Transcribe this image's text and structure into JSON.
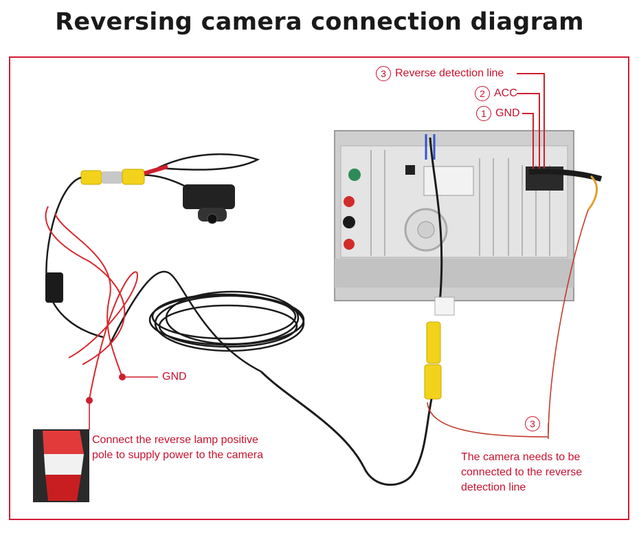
{
  "title": "Reversing camera connection diagram",
  "wires": [
    {
      "number": "3",
      "label": "Reverse detection line"
    },
    {
      "number": "2",
      "label": "ACC"
    },
    {
      "number": "1",
      "label": "GND"
    }
  ],
  "gnd_label": "GND",
  "reverse_lamp_note": {
    "line1": "Connect the reverse lamp positive",
    "line2": "pole to supply power to the camera"
  },
  "detection_marker": "3",
  "camera_note": {
    "line1": "The camera needs to be",
    "line2": "connected to the reverse",
    "line3": "detection line"
  },
  "colors": {
    "accent": "#c8102e",
    "frame": "#d21b35",
    "rca_yellow": "#f2d21a",
    "cable": "#1b1b1b",
    "red_wire": "#d8262c"
  }
}
